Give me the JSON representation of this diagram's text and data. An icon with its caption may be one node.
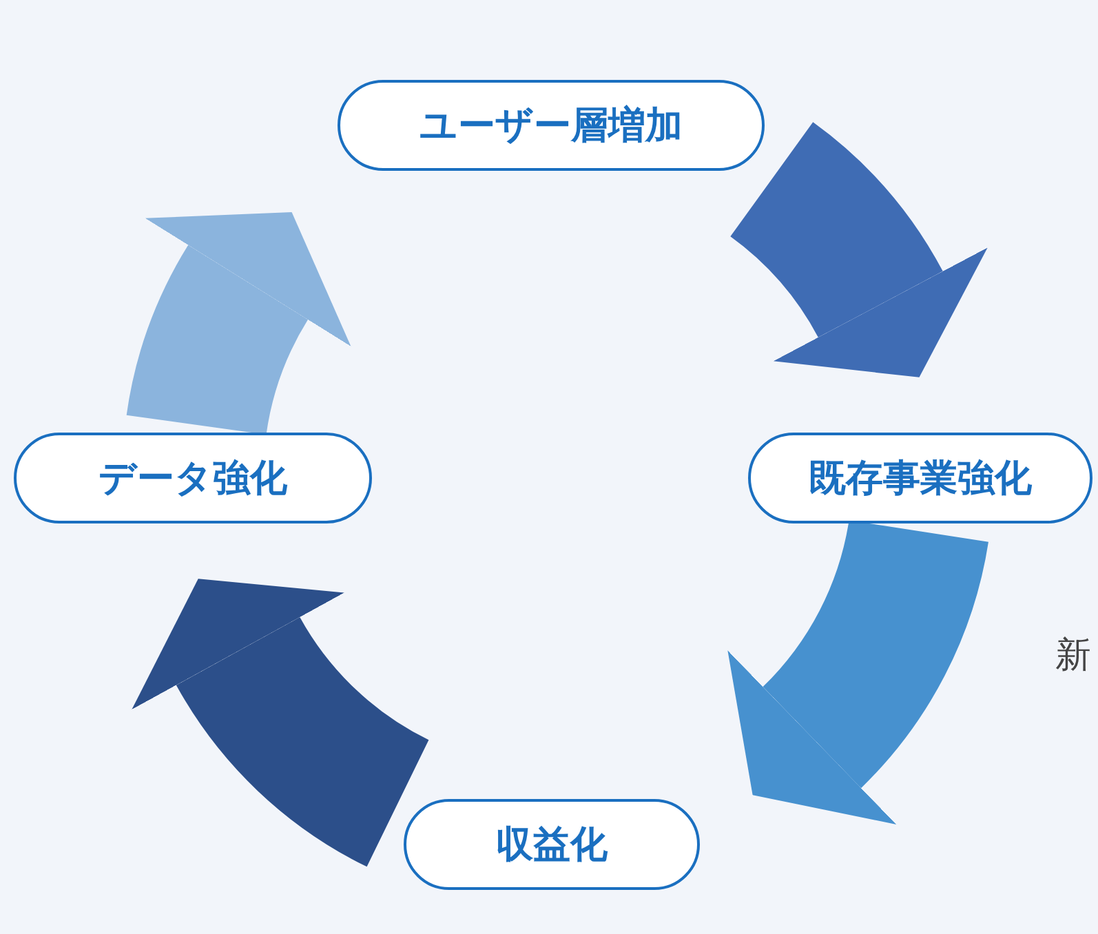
{
  "diagram": {
    "nodes": [
      {
        "text": [
          "ユーザー層増加"
        ]
      },
      {
        "text": [
          "既存事業強化"
        ]
      },
      {
        "text": [
          "収益化"
        ]
      },
      {
        "text": [
          "データ強化"
        ]
      }
    ],
    "edges": [
      {
        "from": 0,
        "to": 1,
        "arrow": "to",
        "color": "#3f6cb4"
      },
      {
        "from": 1,
        "to": 2,
        "arrow": "to",
        "color": "#4791cf"
      },
      {
        "from": 2,
        "to": 3,
        "arrow": "to",
        "color": "#2c4f8a"
      },
      {
        "from": 3,
        "to": 0,
        "arrow": "to",
        "color": "#8bb4dd"
      }
    ],
    "labels": [
      "新"
    ]
  }
}
